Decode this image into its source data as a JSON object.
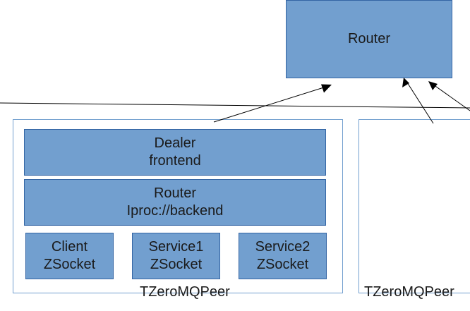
{
  "router_top": {
    "label": "Router"
  },
  "peer_left": {
    "caption": "TZeroMQPeer",
    "dealer": {
      "line1": "Dealer",
      "line2": "frontend"
    },
    "router": {
      "line1": "Router",
      "line2": "Iproc://backend"
    },
    "sockets": [
      {
        "line1": "Client",
        "line2": "ZSocket"
      },
      {
        "line1": "Service1",
        "line2": "ZSocket"
      },
      {
        "line1": "Service2",
        "line2": "ZSocket"
      }
    ]
  },
  "peer_right": {
    "caption": "TZeroMQPeer"
  },
  "colors": {
    "box_fill": "#729fcf",
    "box_border": "#3465a4",
    "frame_border": "#729fcf",
    "line": "#000000"
  }
}
